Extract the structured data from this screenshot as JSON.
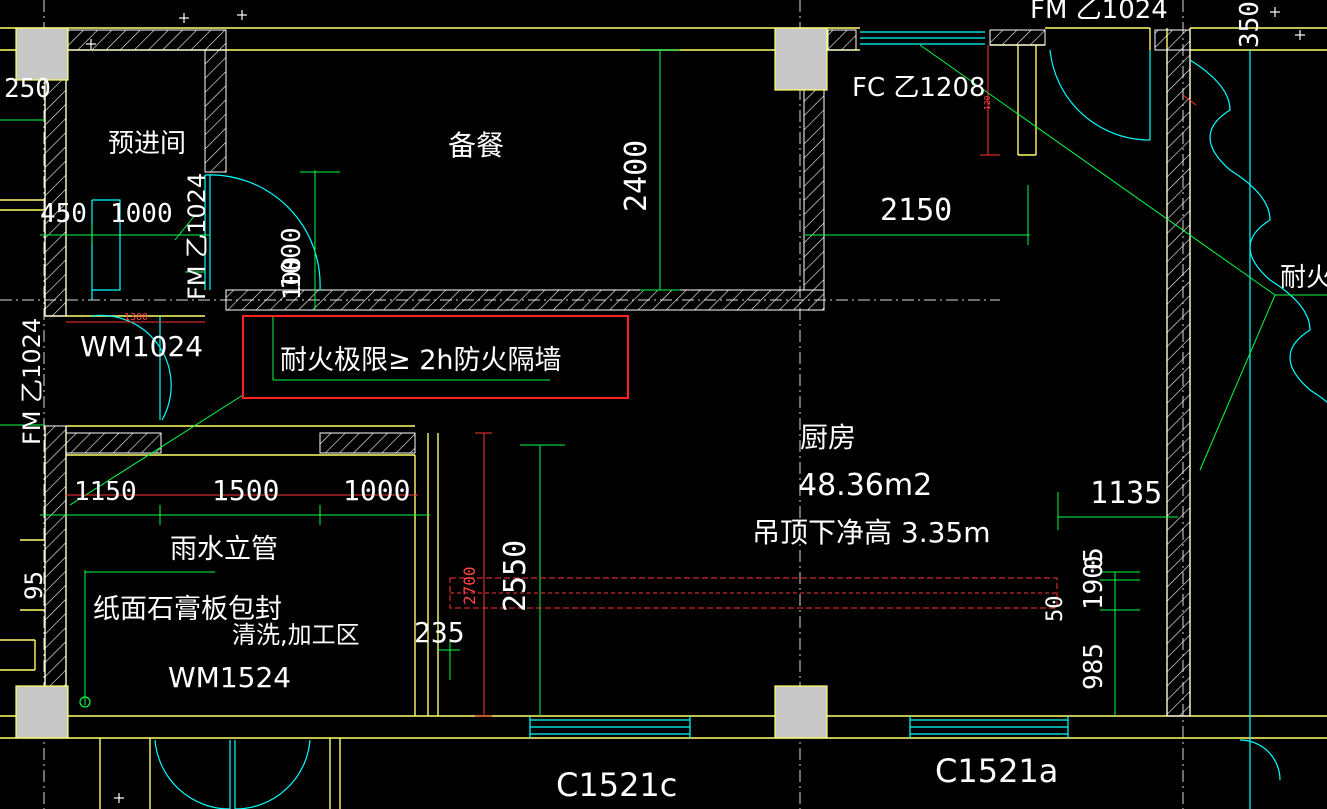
{
  "drawing": {
    "rooms": {
      "pre_room": "预进间",
      "prep_room": "备餐",
      "kitchen": "厨房",
      "kitchen_area": "48.36m2",
      "ceiling_height": "吊顶下净高  3.35m",
      "washing_area": "清洗,加工区"
    },
    "notes": {
      "rain_pipe": "雨水立管",
      "gypsum_wrap": "纸面石膏板包封",
      "fire_wall": "耐火极限≥  2h防火隔墙",
      "fire_wall_right": "耐火"
    },
    "tags": {
      "fc_1208": "FC 乙1208",
      "fm_1024_top": "FM 乙1024",
      "fm_1024_mid": "FM 乙1024",
      "fm_1024_left": "FM 乙1024",
      "wm1024": "WM1024",
      "wm1524": "WM1524",
      "c1521c": "C1521c",
      "c1521a": "C1521a"
    },
    "dimensions": {
      "d250": "250",
      "d450": "450",
      "d1000a": "1000",
      "d1000b": "1000",
      "d1300": "1300",
      "d2400": "2400",
      "d2150": "2150",
      "d1150": "1150",
      "d1500": "1500",
      "d1000c": "1000",
      "d2700": "2700",
      "d2550": "2550",
      "d235": "235",
      "d1135": "1135",
      "d1905": "1905",
      "d50a": "0",
      "d50b": "50",
      "d985": "985",
      "d350": "350",
      "d95": "95",
      "d100": "100",
      "d120": "120"
    }
  }
}
